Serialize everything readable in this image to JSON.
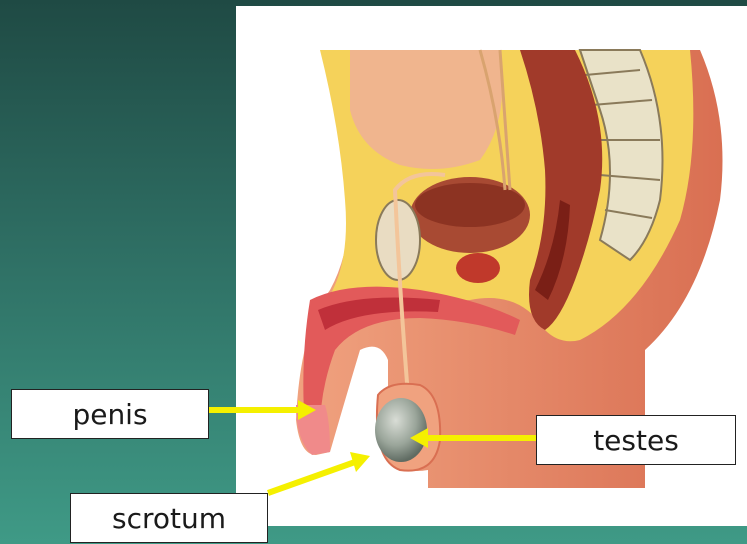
{
  "labels": {
    "penis": "penis",
    "testes": "testes",
    "scrotum": "scrotum"
  },
  "colors": {
    "background_dark": "#1f4a44",
    "background_light": "#3f9a86",
    "arrow": "#f5f000",
    "skin": "#e58667",
    "fat": "#f5d25a"
  }
}
